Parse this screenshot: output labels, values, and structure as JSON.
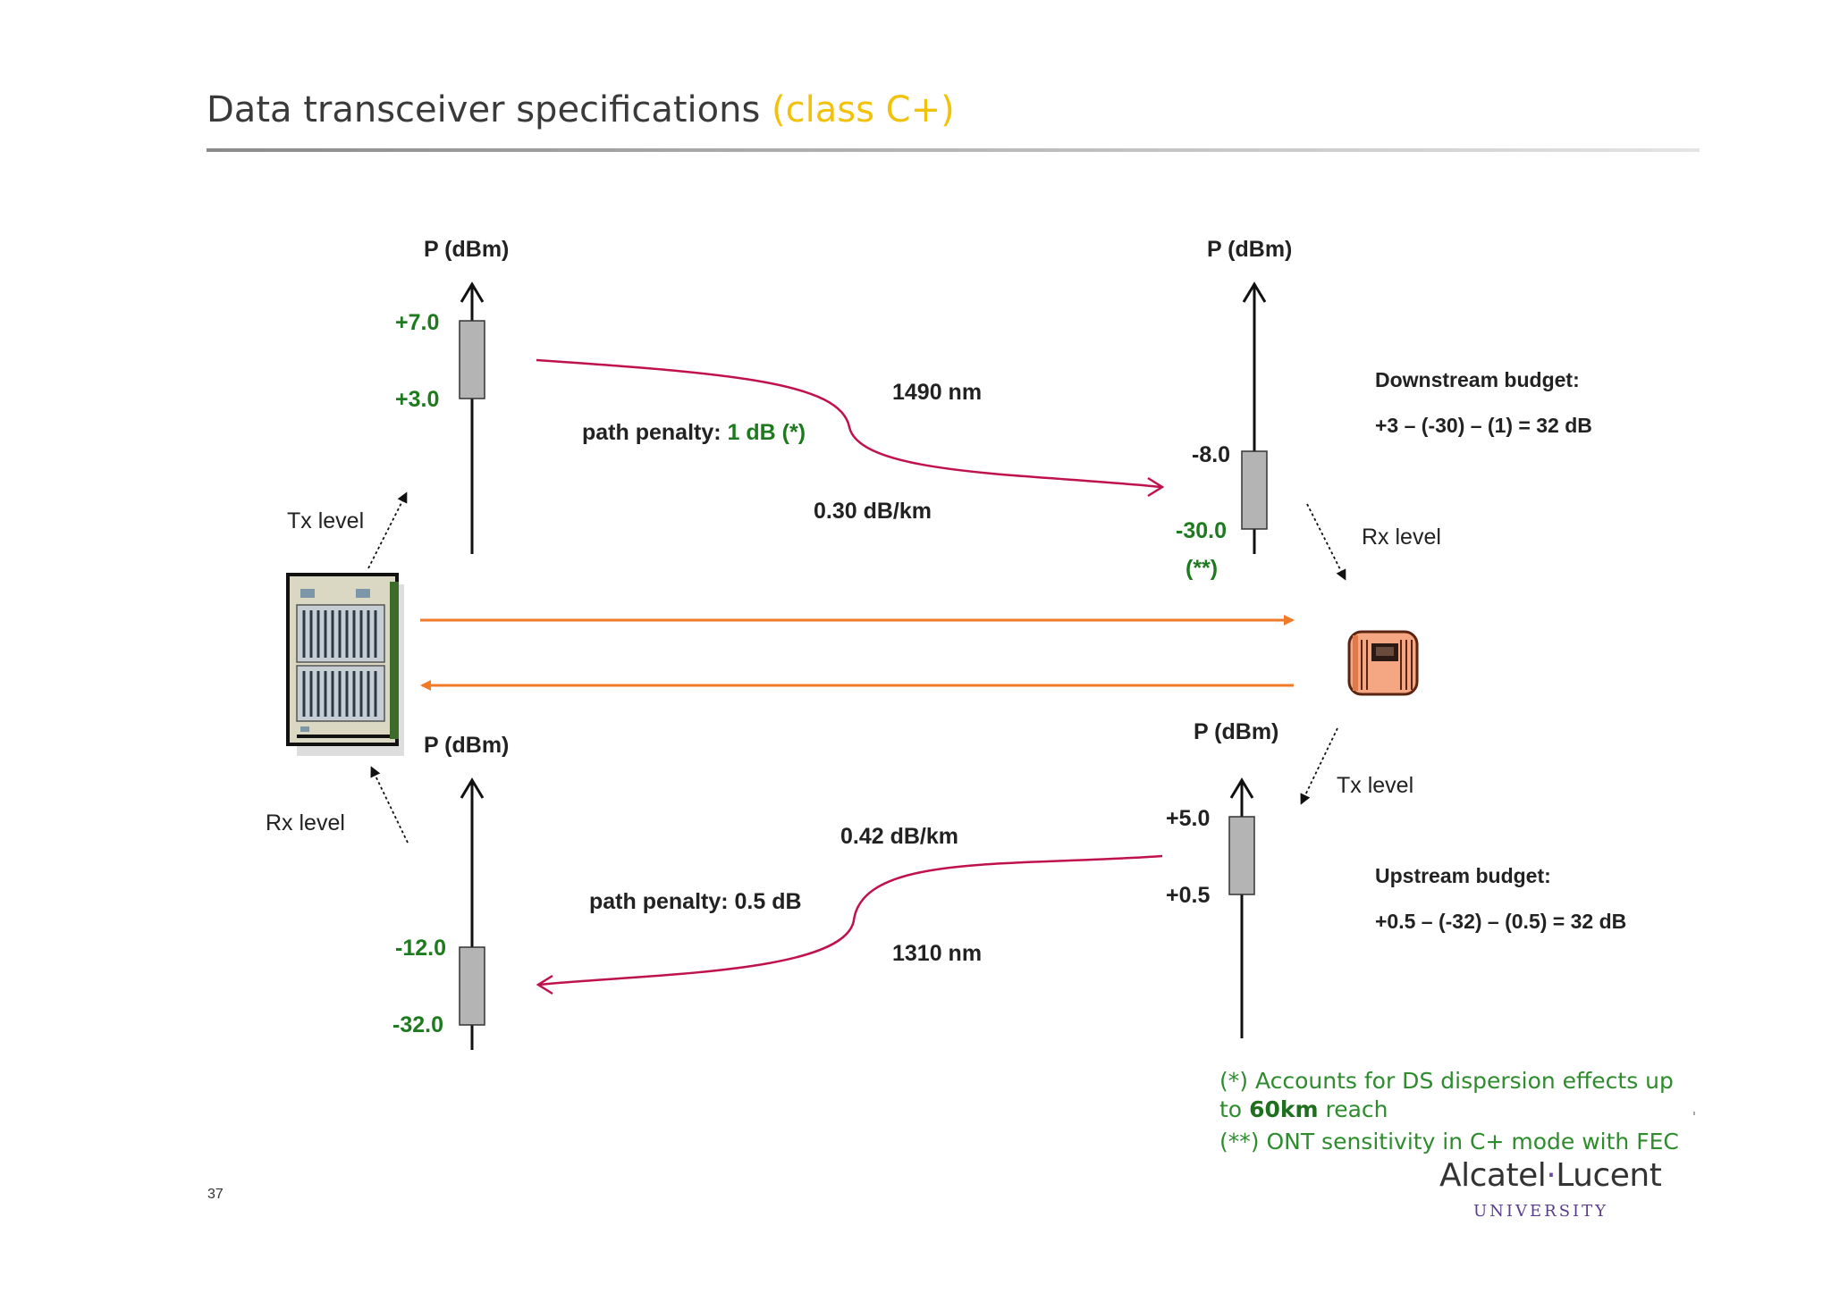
{
  "header": {
    "title_main": "Data transceiver specifications",
    "title_accent": "(class C+)"
  },
  "downstream": {
    "olt_axis_label": "P (dBm)",
    "olt_tx_high": "+7.0",
    "olt_tx_low": "+3.0",
    "olt_tx_level_label": "Tx level",
    "wavelength": "1490 nm",
    "path_penalty_label": "path penalty:",
    "path_penalty_value": "1 dB (*)",
    "attenuation": "0.30 dB/km",
    "ont_axis_label": "P (dBm)",
    "ont_rx_high": "-8.0",
    "ont_rx_low": "-30.0",
    "ont_rx_note": "(**)",
    "ont_rx_level_label": "Rx level",
    "budget_title": "Downstream budget:",
    "budget_formula": "+3 – (-30) – (1) = 32 dB"
  },
  "upstream": {
    "olt_axis_label": "P (dBm)",
    "olt_rx_high": "-12.0",
    "olt_rx_low": "-32.0",
    "olt_rx_level_label": "Rx level",
    "wavelength": "1310 nm",
    "path_penalty": "path penalty: 0.5 dB",
    "attenuation": "0.42 dB/km",
    "ont_axis_label": "P (dBm)",
    "ont_tx_high": "+5.0",
    "ont_tx_low": "+0.5",
    "ont_tx_level_label": "Tx level",
    "budget_title": "Upstream budget:",
    "budget_formula": "+0.5 – (-32) – (0.5) = 32 dB"
  },
  "footnotes": {
    "note1_prefix": "(*) Accounts for DS dispersion effects up to",
    "note1_bold": "60km",
    "note1_suffix": "reach",
    "note2": "(**) ONT sensitivity in C+ mode with FEC"
  },
  "footer": {
    "page_number": "37",
    "logo_left": "Alcatel",
    "logo_dot": "·",
    "logo_right": "Lucent",
    "logo_sub": "UNIVERSITY"
  },
  "colors": {
    "accent": "#f2c20a",
    "green": "#1e7a1e",
    "fiber": "#f07a28",
    "curve": "#c0124a",
    "bar": "#b4b4b4"
  },
  "icons": {
    "olt": "olt-rack-icon",
    "ont": "ont-device-icon"
  }
}
